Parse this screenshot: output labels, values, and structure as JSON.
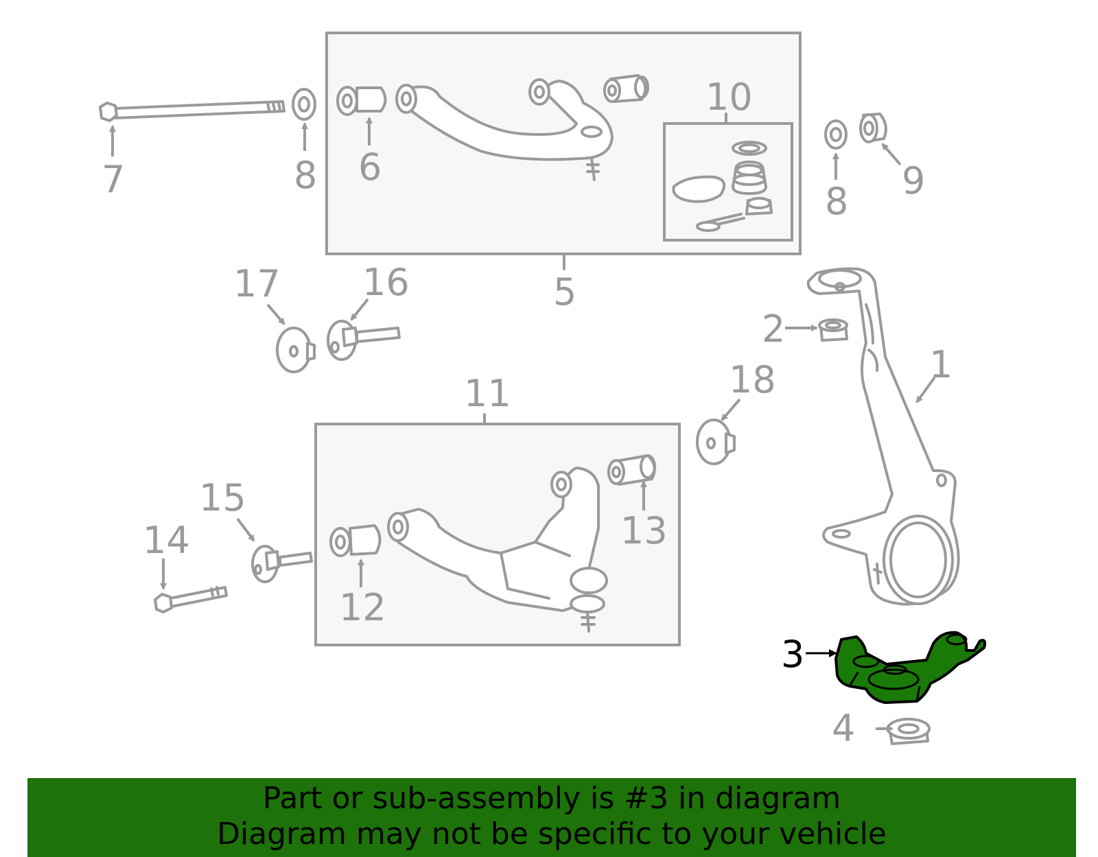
{
  "diagram": {
    "highlight_color": "#1d720a",
    "line_color": "#9a9a9a",
    "highlighted_part": "3",
    "callouts": [
      "1",
      "2",
      "3",
      "4",
      "5",
      "6",
      "7",
      "8",
      "8",
      "9",
      "10",
      "11",
      "12",
      "13",
      "14",
      "15",
      "16",
      "17",
      "18"
    ]
  },
  "banner": {
    "line1": "Part or sub-assembly is #3 in diagram",
    "line2": "Diagram may not be specific to your vehicle"
  }
}
